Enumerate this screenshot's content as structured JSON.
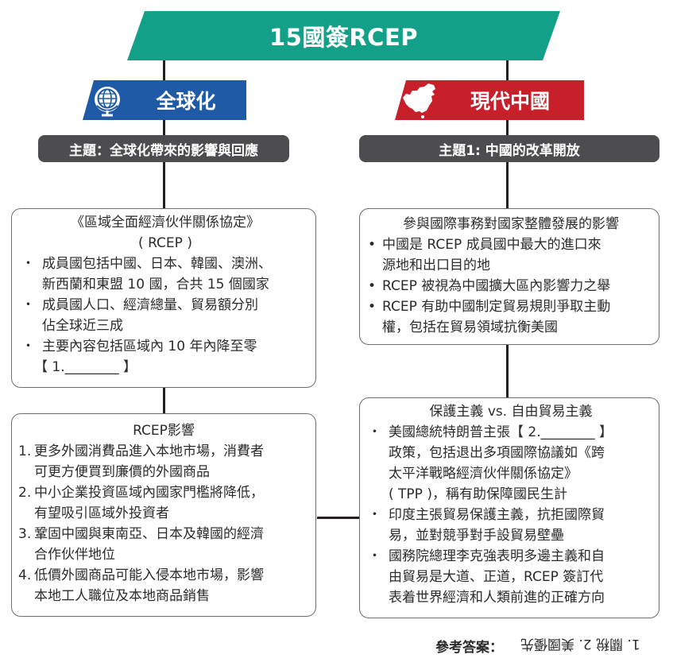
{
  "title": "15國簽RCEP",
  "colors": {
    "teal": "#13a089",
    "blue": "#1e5aa5",
    "red": "#c8202a",
    "topic": "#4d4d4f",
    "line": "#231f20"
  },
  "left": {
    "header": "全球化",
    "header_icon": "globe-icon",
    "topic": "主題：全球化帶來的影響與回應",
    "box1": {
      "title_line1": "《區域全面經濟伙伴關係協定》",
      "title_line2": "( RCEP )",
      "items": [
        [
          "成員國包括中國、日本、韓國、澳洲、",
          "新西蘭和東盟 10 國，合共 15 個國家"
        ],
        [
          "成員國人口、經濟總量、貿易額分別",
          "佔全球近三成"
        ],
        [
          "主要內容包括區域內 10 年內降至零",
          "【 1.________ 】"
        ]
      ]
    },
    "box2": {
      "title": "RCEP影響",
      "items": [
        [
          "1.",
          "更多外國消費品進入本地市場，消費者",
          "可更方便買到廉價的外國商品"
        ],
        [
          "2.",
          "中小企業投資區域內國家門檻將降低，",
          "有望吸引區域外投資者"
        ],
        [
          "3.",
          "鞏固中國與東南亞、日本及韓國的經濟",
          "合作伙伴地位"
        ],
        [
          "4.",
          "低價外國商品可能入侵本地市場，影響",
          "本地工人職位及本地商品銷售"
        ]
      ]
    }
  },
  "right": {
    "header": "現代中國",
    "header_icon": "china-map-icon",
    "topic": "主題1: 中國的改革開放",
    "box1": {
      "title": "參與國際事務對國家整體發展的影響",
      "items": [
        [
          "中國是 RCEP 成員國中最大的進口來",
          "源地和出口目的地"
        ],
        [
          "RCEP 被視為中國擴大區內影響力之舉"
        ],
        [
          "RCEP 有助中國制定貿易規則爭取主動",
          "權，包括在貿易領域抗衡美國"
        ]
      ]
    },
    "box2": {
      "title": "保護主義 vs. 自由貿易主義",
      "items": [
        [
          "美國總統特朗普主張【 2.________ 】",
          "政策，包括退出多項國際協議如《跨",
          "太平洋戰略經濟伙伴關係協定》",
          "( TPP )，稱有助保障國民生計"
        ],
        [
          "印度主張貿易保護主義，抗拒國際貿",
          "易，並對競爭對手設貿易壁壘"
        ],
        [
          "國務院總理李克強表明多邊主義和自",
          "由貿易是大道、正道，RCEP 簽訂代",
          "表着世界經濟和人類前進的正確方向"
        ]
      ]
    }
  },
  "answer": {
    "label": "參考答案：",
    "value": "1. 關稅 2. 美國優先"
  }
}
